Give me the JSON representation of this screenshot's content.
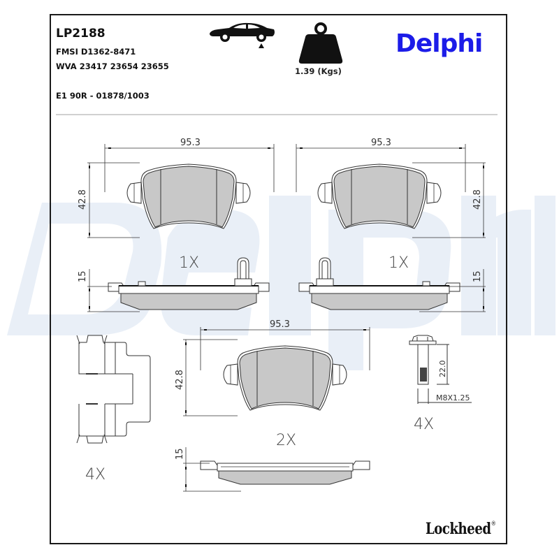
{
  "header": {
    "part_number": "LP2188",
    "fmsi": "FMSI D1362-8471",
    "wva": "WVA 23417 23654 23655",
    "ece_approval": "E1 90R - 01878/1003",
    "weight": "1.39 (Kgs)",
    "position_icon": "car-rear-axle-icon",
    "weight_icon": "weight-icon"
  },
  "brand": {
    "name": "Delphi",
    "color": "#1c1ce8",
    "watermark_color": "#e8eef6"
  },
  "footer": {
    "brand": "Lockheed",
    "registered": "®"
  },
  "drawings": {
    "top_left": {
      "width": "95.3",
      "height": "42.8",
      "thickness": "15",
      "quantity": "1X"
    },
    "top_right": {
      "width": "95.3",
      "height": "42.8",
      "thickness": "15",
      "quantity": "1X"
    },
    "center": {
      "width": "95.3",
      "height": "42.8",
      "thickness": "15",
      "quantity": "2X"
    },
    "clip": {
      "quantity": "4X"
    },
    "bolt": {
      "length": "22.0",
      "thread": "M8X1.25",
      "quantity": "4X"
    }
  },
  "colors": {
    "pad_fill": "#c8c8c8",
    "line": "#333333",
    "frame": "#1a1a1a"
  }
}
